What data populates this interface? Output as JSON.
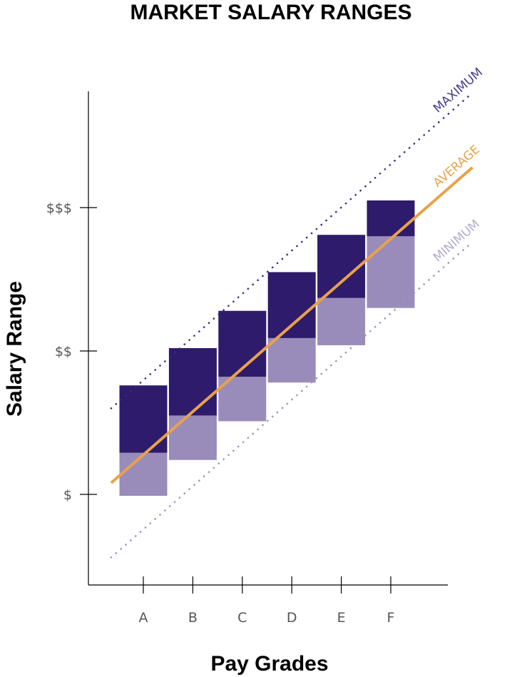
{
  "chart_data": {
    "type": "bar",
    "title": "MARKET SALARY RANGES",
    "xlabel": "Pay Grades",
    "ylabel": "Salary Range",
    "categories": [
      "A",
      "B",
      "C",
      "D",
      "E",
      "F"
    ],
    "y_ticks": [
      {
        "label": "$",
        "value": 1
      },
      {
        "label": "$$",
        "value": 2
      },
      {
        "label": "$$$",
        "value": 3
      }
    ],
    "ylim": [
      0.37,
      3.82
    ],
    "xlim": [
      -0.65,
      6.65
    ],
    "ranges": [
      {
        "category": "A",
        "low": 0.99,
        "mid": 1.29,
        "high": 1.76
      },
      {
        "category": "B",
        "low": 1.24,
        "mid": 1.55,
        "high": 2.02
      },
      {
        "category": "C",
        "low": 1.51,
        "mid": 1.82,
        "high": 2.28
      },
      {
        "category": "D",
        "low": 1.78,
        "mid": 2.09,
        "high": 2.55
      },
      {
        "category": "E",
        "low": 2.04,
        "mid": 2.37,
        "high": 2.81
      },
      {
        "category": "F",
        "low": 2.3,
        "mid": 2.8,
        "high": 3.05
      }
    ],
    "lines": [
      {
        "name": "MAXIMUM",
        "style": "dotted",
        "color": "#3d2a82",
        "x": [
          -0.65,
          6.65
        ],
        "y": [
          1.6,
          3.8
        ]
      },
      {
        "name": "AVERAGE",
        "style": "solid",
        "color": "#e8a24a",
        "x": [
          -0.65,
          6.65
        ],
        "y": [
          1.08,
          3.28
        ]
      },
      {
        "name": "MINIMUM",
        "style": "dotted",
        "color": "#9d93bd",
        "x": [
          -0.65,
          6.65
        ],
        "y": [
          0.56,
          2.76
        ]
      }
    ],
    "colors": {
      "upper": "#2f1b6b",
      "lower": "#9a8cba",
      "average": "#e8a24a",
      "maximum_label": "#4a3a8c",
      "minimum_label": "#b5accd",
      "axis": "#000000"
    },
    "grid": false,
    "legend": "none"
  }
}
